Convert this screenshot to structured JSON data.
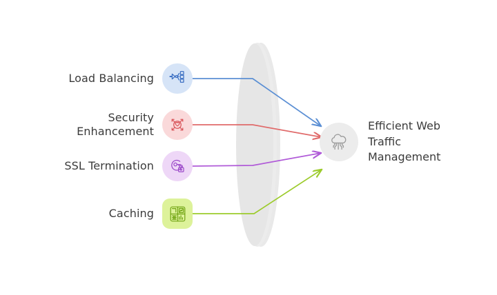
{
  "diagram": {
    "type": "convergence-flow",
    "background_color": "#ffffff",
    "text_color": "#3b3b3b",
    "center_shape": {
      "name": "lens-ellipse",
      "fill": "#e8e8e8",
      "note": "vertical stacked ellipse / disk"
    },
    "features": [
      {
        "label": "Load Balancing",
        "icon": "load-balancer-icon",
        "accent": "#5b8fd4",
        "halo": "#d6e4f7",
        "badge_shape": "circle"
      },
      {
        "label": "Security\nEnhancement",
        "icon": "shield-arrows-icon",
        "accent": "#e06a6a",
        "halo": "#fad9da",
        "badge_shape": "circle"
      },
      {
        "label": "SSL Termination",
        "icon": "key-padlock-icon",
        "accent": "#a855d6",
        "halo": "#eed7f7",
        "badge_shape": "circle"
      },
      {
        "label": "Caching",
        "icon": "cache-grid-icon",
        "accent": "#8bc425",
        "halo": "#ddf29a",
        "badge_shape": "rounded-square"
      }
    ],
    "outcome": {
      "label": "Efficient Web\nTraffic\nManagement",
      "icon": "cloud-circuit-icon",
      "badge_color": "#ececec",
      "icon_color": "#9b9b9b"
    },
    "connectors": [
      {
        "from": "Load Balancing",
        "to": "Efficient Web Traffic Management",
        "color": "#5b8fd4",
        "arrowhead": true
      },
      {
        "from": "Security Enhancement",
        "to": "Efficient Web Traffic Management",
        "color": "#e06a6a",
        "arrowhead": true
      },
      {
        "from": "SSL Termination",
        "to": "Efficient Web Traffic Management",
        "color": "#b05ad8",
        "arrowhead": true
      },
      {
        "from": "Caching",
        "to": "Efficient Web Traffic Management",
        "color": "#9ccb2b",
        "arrowhead": true
      }
    ]
  }
}
